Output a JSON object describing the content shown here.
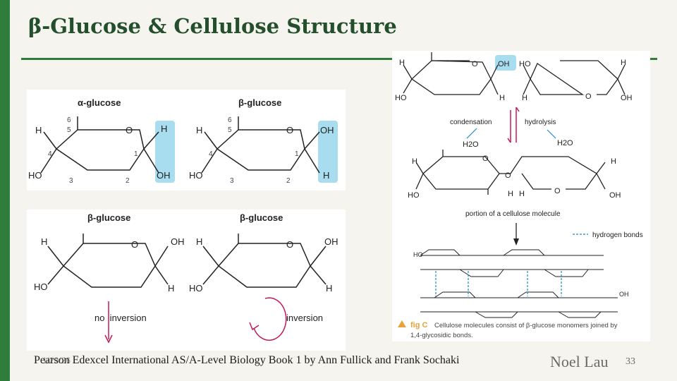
{
  "slide": {
    "title": "β-Glucose & Cellulose Structure",
    "citation": "Pearson Edexcel International AS/A-Level Biology Book 1 by Ann Fullick and Frank Sochaki",
    "date": "1/23/26",
    "author": "Noel Lau",
    "page_number": "33"
  },
  "panel_alpha_beta": {
    "alpha_title": "α-glucose",
    "beta_title": "β-glucose",
    "atoms": {
      "H": "H",
      "HO": "HO",
      "OH": "OH",
      "O": "O"
    },
    "carbon_numbers": [
      "1",
      "2",
      "3",
      "4",
      "5",
      "6"
    ]
  },
  "panel_inversion": {
    "left_title": "β-glucose",
    "right_title": "β-glucose",
    "no_inversion_label": "no  inversion",
    "inversion_label": "inversion"
  },
  "panel_cellulose": {
    "top_atoms": {
      "H": "H",
      "HO": "HO",
      "OH": "OH",
      "O": "O"
    },
    "condensation_label": "condensation",
    "hydrolysis_label": "hydrolysis",
    "water_left": "H2O",
    "water_right": "H2O",
    "portion_label": "portion of a cellulose molecule",
    "hydrogen_bonds_label": "hydrogen bonds",
    "fig_label": "fig C",
    "caption_line1": "Cellulose molecules consist of β-glucose monomers joined by",
    "caption_line2": "1,4-glycosidic bonds.",
    "colors": {
      "highlight": "#a8dcef",
      "arrow_red": "#c2185b",
      "arrow_blue": "#1e88c8",
      "fig_orange": "#e8a33a"
    }
  }
}
